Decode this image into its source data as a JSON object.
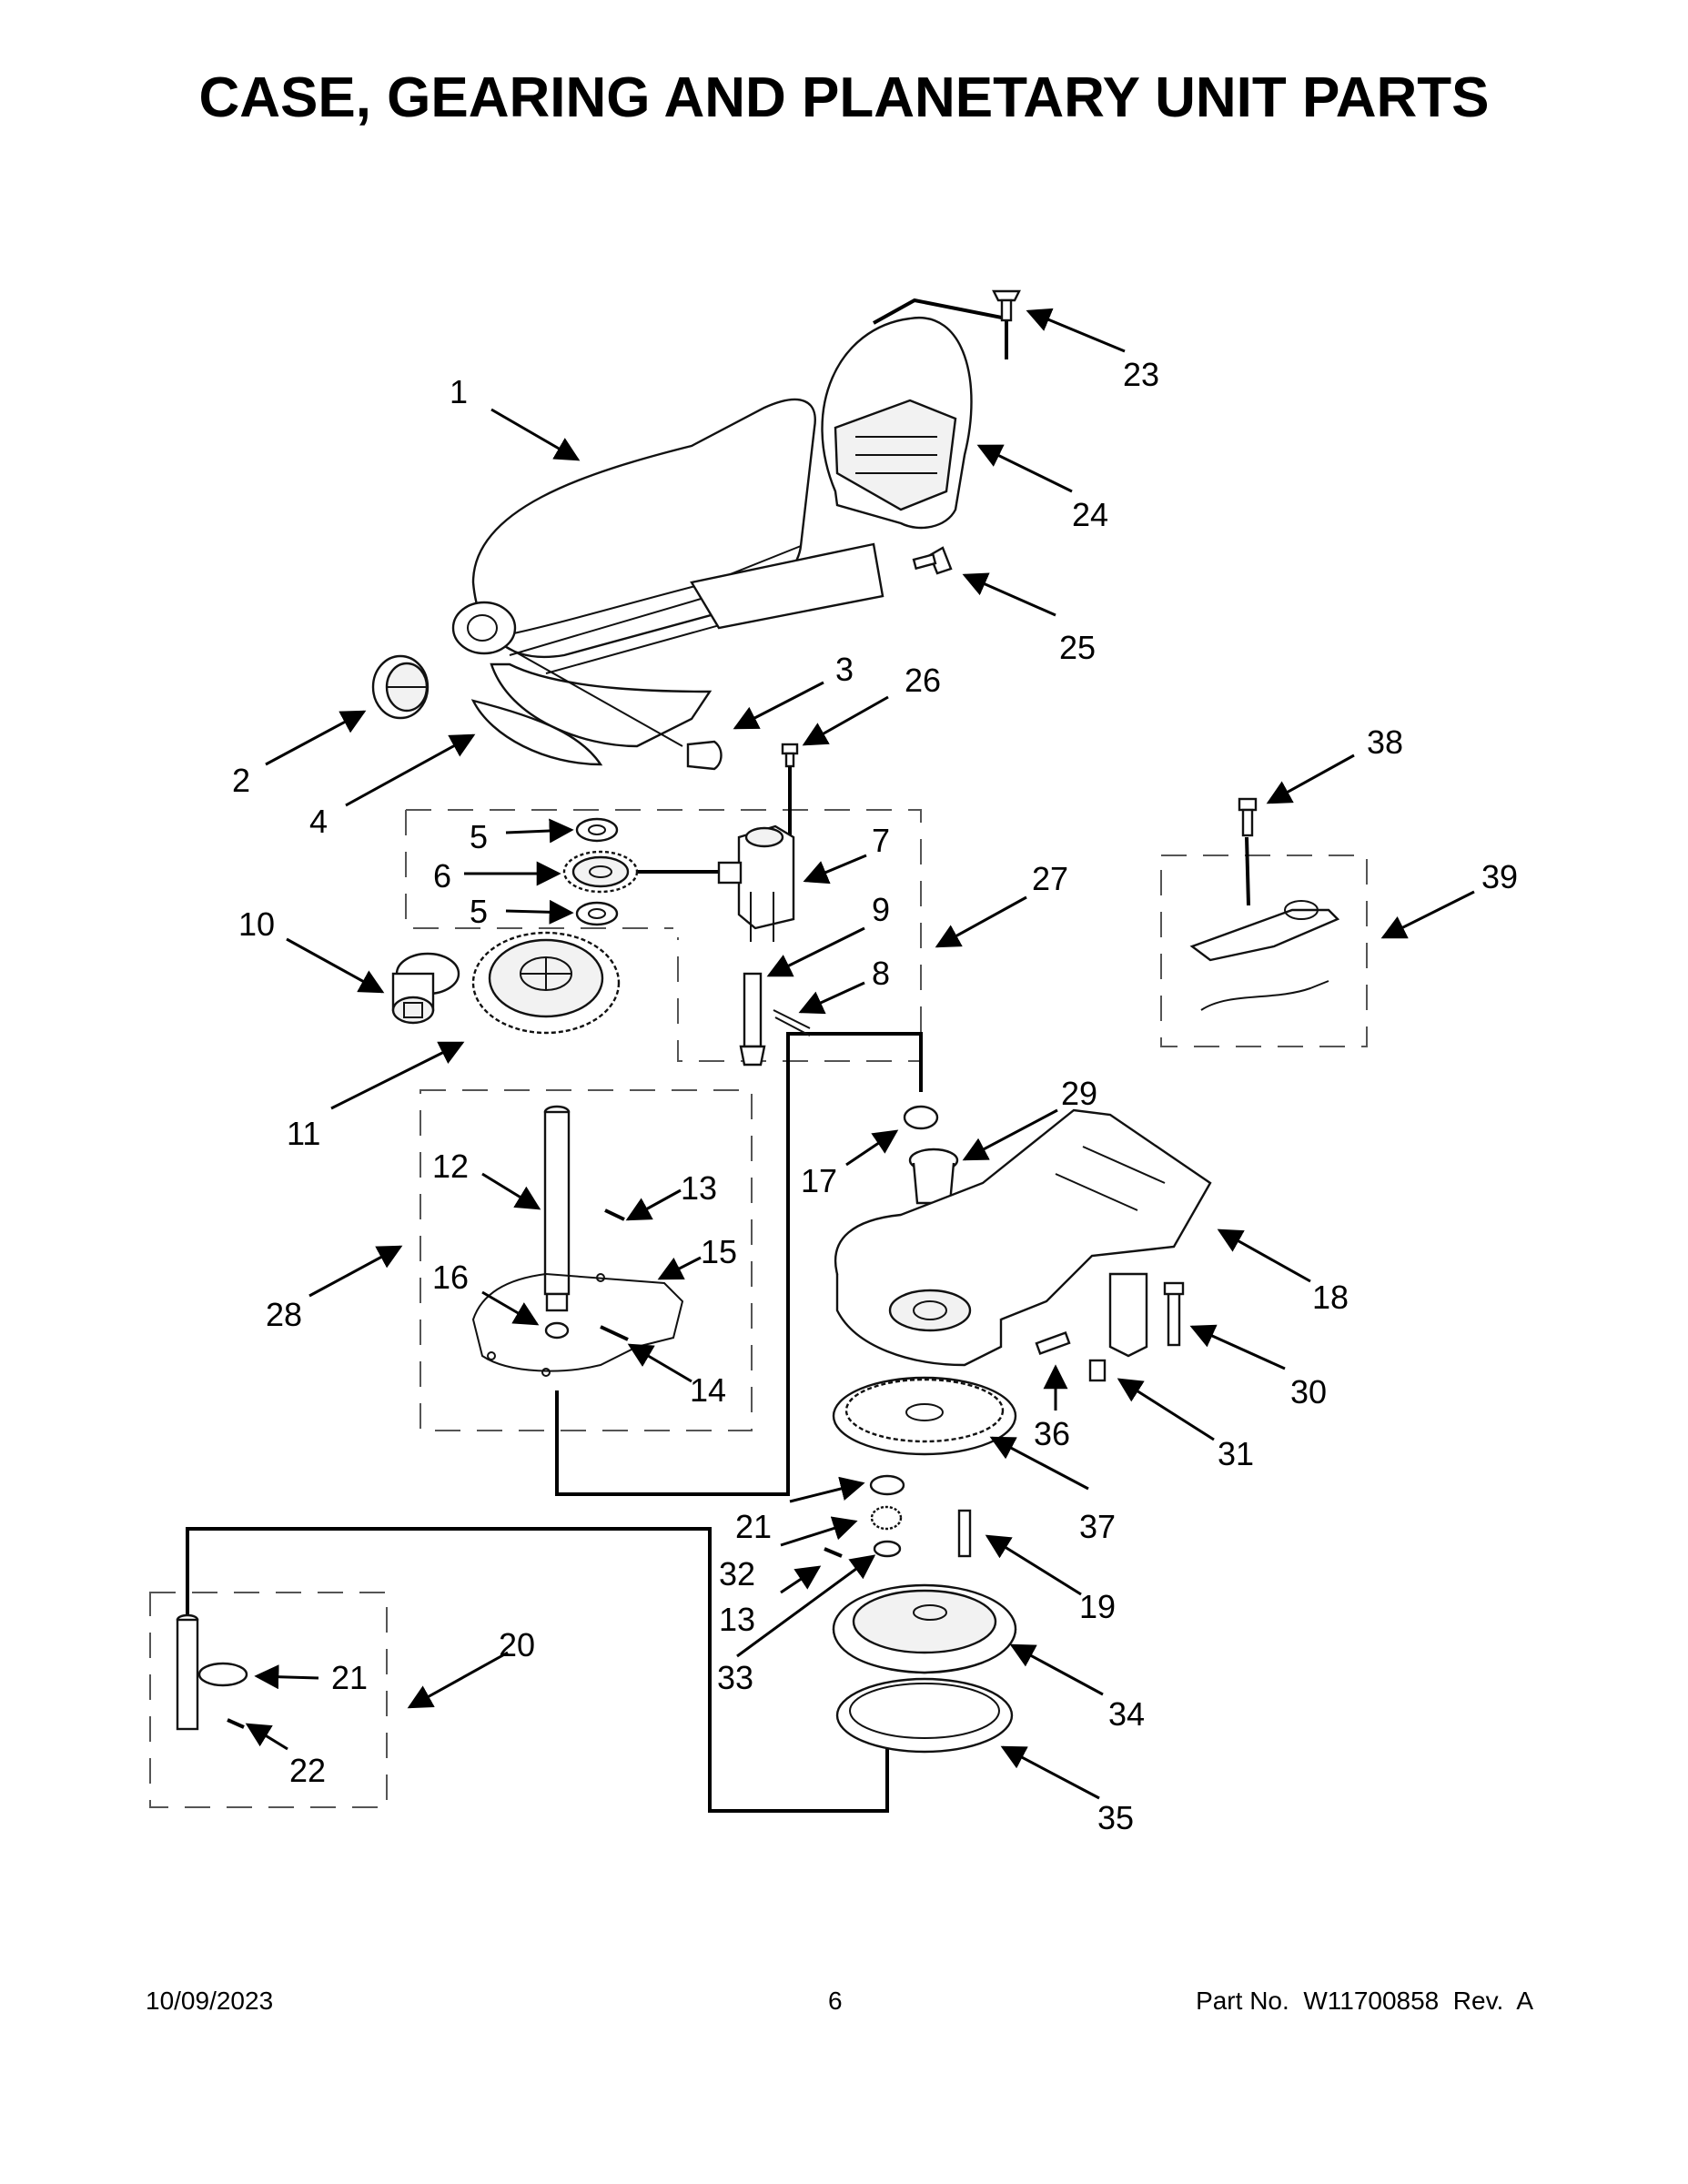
{
  "title": "CASE, GEARING AND PLANETARY UNIT PARTS",
  "footer": {
    "date": "10/09/2023",
    "page": "6",
    "part_no": "Part No.  W11700858  Rev.  A"
  },
  "callouts": {
    "c1": "1",
    "c2": "2",
    "c3": "3",
    "c4": "4",
    "c5a": "5",
    "c5b": "5",
    "c6": "6",
    "c7": "7",
    "c8": "8",
    "c9": "9",
    "c10": "10",
    "c11": "11",
    "c12": "12",
    "c13a": "13",
    "c13b": "13",
    "c14": "14",
    "c15": "15",
    "c16": "16",
    "c17": "17",
    "c18": "18",
    "c19": "19",
    "c20": "20",
    "c21a": "21",
    "c21b": "21",
    "c22": "22",
    "c23": "23",
    "c24": "24",
    "c25": "25",
    "c26": "26",
    "c27": "27",
    "c28": "28",
    "c29": "29",
    "c30": "30",
    "c31": "31",
    "c32": "32",
    "c33": "33",
    "c34": "34",
    "c35": "35",
    "c36": "36",
    "c37": "37",
    "c38": "38",
    "c39": "39"
  }
}
